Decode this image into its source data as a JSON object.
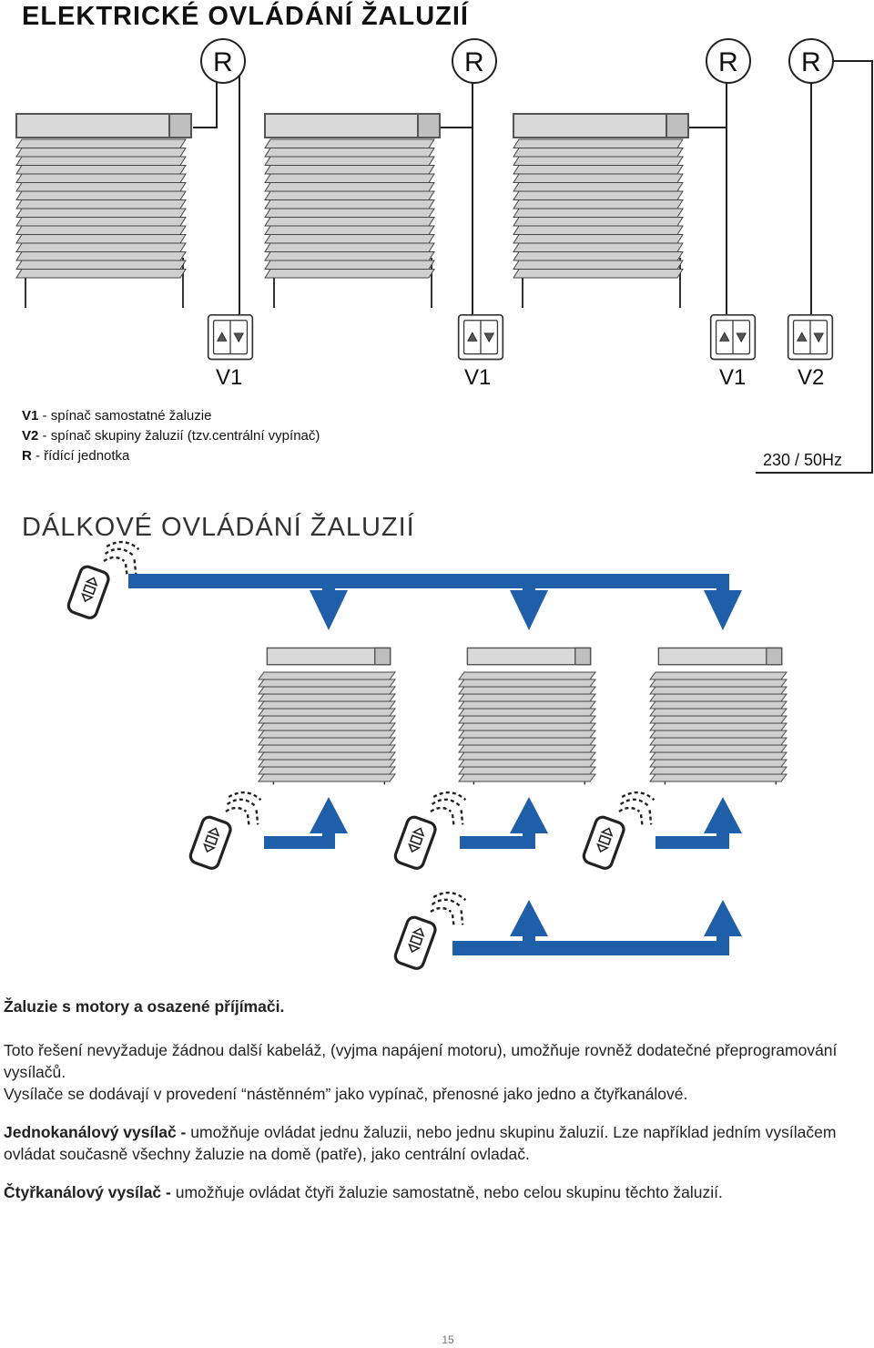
{
  "title_wired": "ELEKTRICKÉ OVLÁDÁNÍ ŽALUZIÍ",
  "title_remote": "DÁLKOVÉ OVLÁDÁNÍ ŽALUZIÍ",
  "receivers": [
    "R",
    "R",
    "R",
    "R"
  ],
  "switches": [
    "V1",
    "V1",
    "V1",
    "V2"
  ],
  "power_supply": "230 / 50Hz",
  "legend": [
    {
      "key": "V1",
      "text": " - spínač samostatné žaluzie"
    },
    {
      "key": "V2",
      "text": " - spínač skupiny žaluzií (tzv.centrální vypínač)"
    },
    {
      "key": "R",
      "text": " - řídící jednotka"
    }
  ],
  "section_heading": "Žaluzie s motory a osazené příjímači.",
  "paragraph_1": "Toto řešení nevyžaduje žádnou další kabeláž, (vyjma napájení motoru), umožňuje rovněž dodatečné přeprogramování vysílačů.",
  "paragraph_2": "Vysílače se dodávají v provedení “nástěnném” jako vypínač, přenosné jako jedno a čtyřkanálové.",
  "single_channel_label": "Jednokanálový vysílač -",
  "single_channel_text": " umožňuje ovládat jednu žaluzii, nebo jednu skupinu žaluzií. Lze například jedním vysílačem ovládat současně všechny žaluzie na domě (patře), jako centrální ovladač.",
  "four_channel_label": "Čtyřkanálový vysílač -",
  "four_channel_text": " umožňuje ovládat čtyři žaluzie samostatně, nebo celou skupinu těchto žaluzií.",
  "page_number": "15",
  "colors": {
    "arrow": "#1f5ea8",
    "line": "#222222",
    "blind_head": "#d8d8d8"
  }
}
